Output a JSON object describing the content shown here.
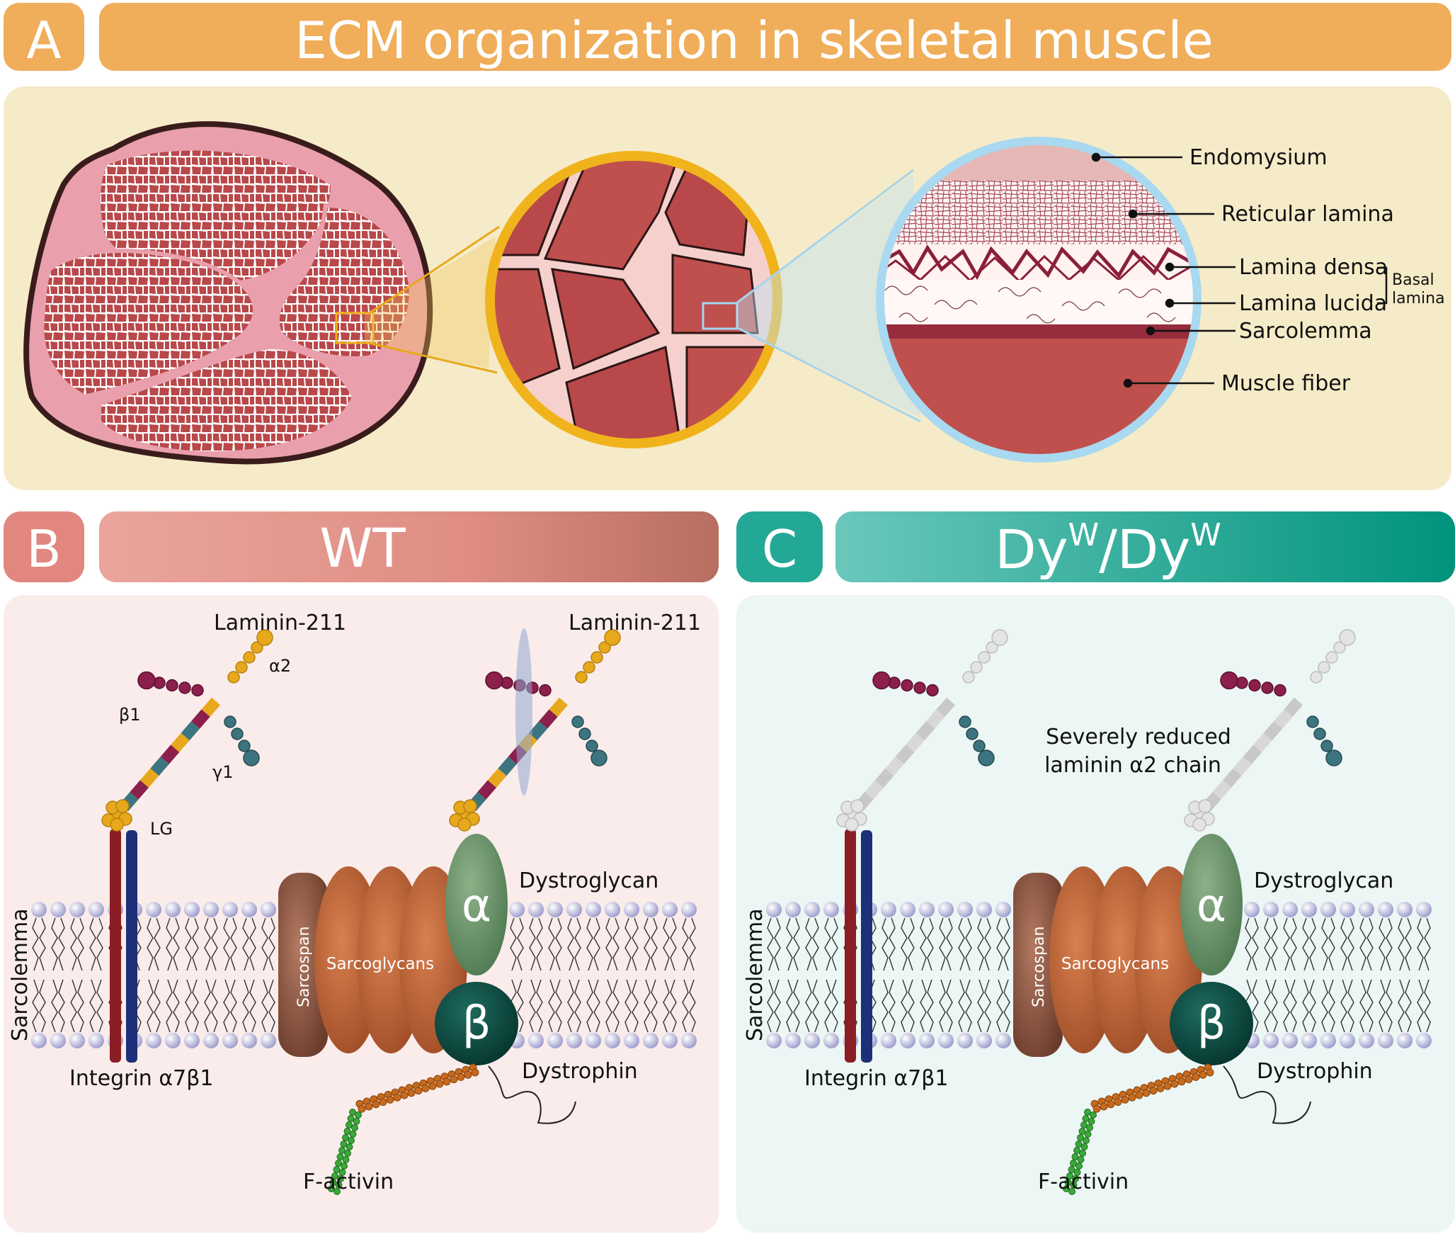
{
  "panel_a": {
    "letter": "A",
    "title": "ECM organization in skeletal muscle",
    "labels": {
      "endomysium": "Endomysium",
      "reticular_lamina": "Reticular lamina",
      "lamina_densa": "Lamina densa",
      "lamina_lucida": "Lamina lucida",
      "basal_1": "Basal",
      "basal_2": "lamina",
      "sarcolemma": "Sarcolemma",
      "muscle_fiber": "Muscle fiber"
    }
  },
  "panel_b": {
    "letter": "B",
    "title": "WT",
    "labels": {
      "laminin_left": "Laminin-211",
      "laminin_right": "Laminin-211",
      "alpha2": "α2",
      "beta1": "β1",
      "gamma1": "γ1",
      "lg": "LG",
      "sarcolemma": "Sarcolemma",
      "integrin": "Integrin α7β1",
      "sarcospan": "Sarcospan",
      "sarcoglycans": "Sarcoglycans",
      "dystroglycan": "Dystroglycan",
      "alpha": "α",
      "beta": "β",
      "dystrophin": "Dystrophin",
      "factin": "F-activin"
    }
  },
  "panel_c": {
    "letter": "C",
    "title_base": "Dy",
    "title_sup": "W",
    "title_sep": "/",
    "labels": {
      "reduced_1": "Severely reduced",
      "reduced_2": "laminin α2 chain",
      "sarcolemma": "Sarcolemma",
      "integrin": "Integrin α7β1",
      "sarcospan": "Sarcospan",
      "sarcoglycans": "Sarcoglycans",
      "dystroglycan": "Dystroglycan",
      "alpha": "α",
      "beta": "β",
      "dystrophin": "Dystrophin",
      "factin": "F-activin"
    }
  },
  "colors": {
    "orange_header": "#f0ad5a",
    "panel_a_bg": "#f6ebc8",
    "wt_header_start": "#e9a39b",
    "wt_header_end": "#b96d5f",
    "dyw_header_start": "#5cc0b2",
    "dyw_header_end": "#00957e",
    "muscle_red": "#c0504d",
    "perimysium_pink": "#e9a0ac",
    "alpha_chain": "#e8a81c",
    "beta_chain": "#8c1f4c",
    "gamma_chain": "#3c7580",
    "dystroglycan_green": "#6b9468",
    "beta_dg": "#0d4e45",
    "sarcoglycan_brown": "#b85e35"
  }
}
